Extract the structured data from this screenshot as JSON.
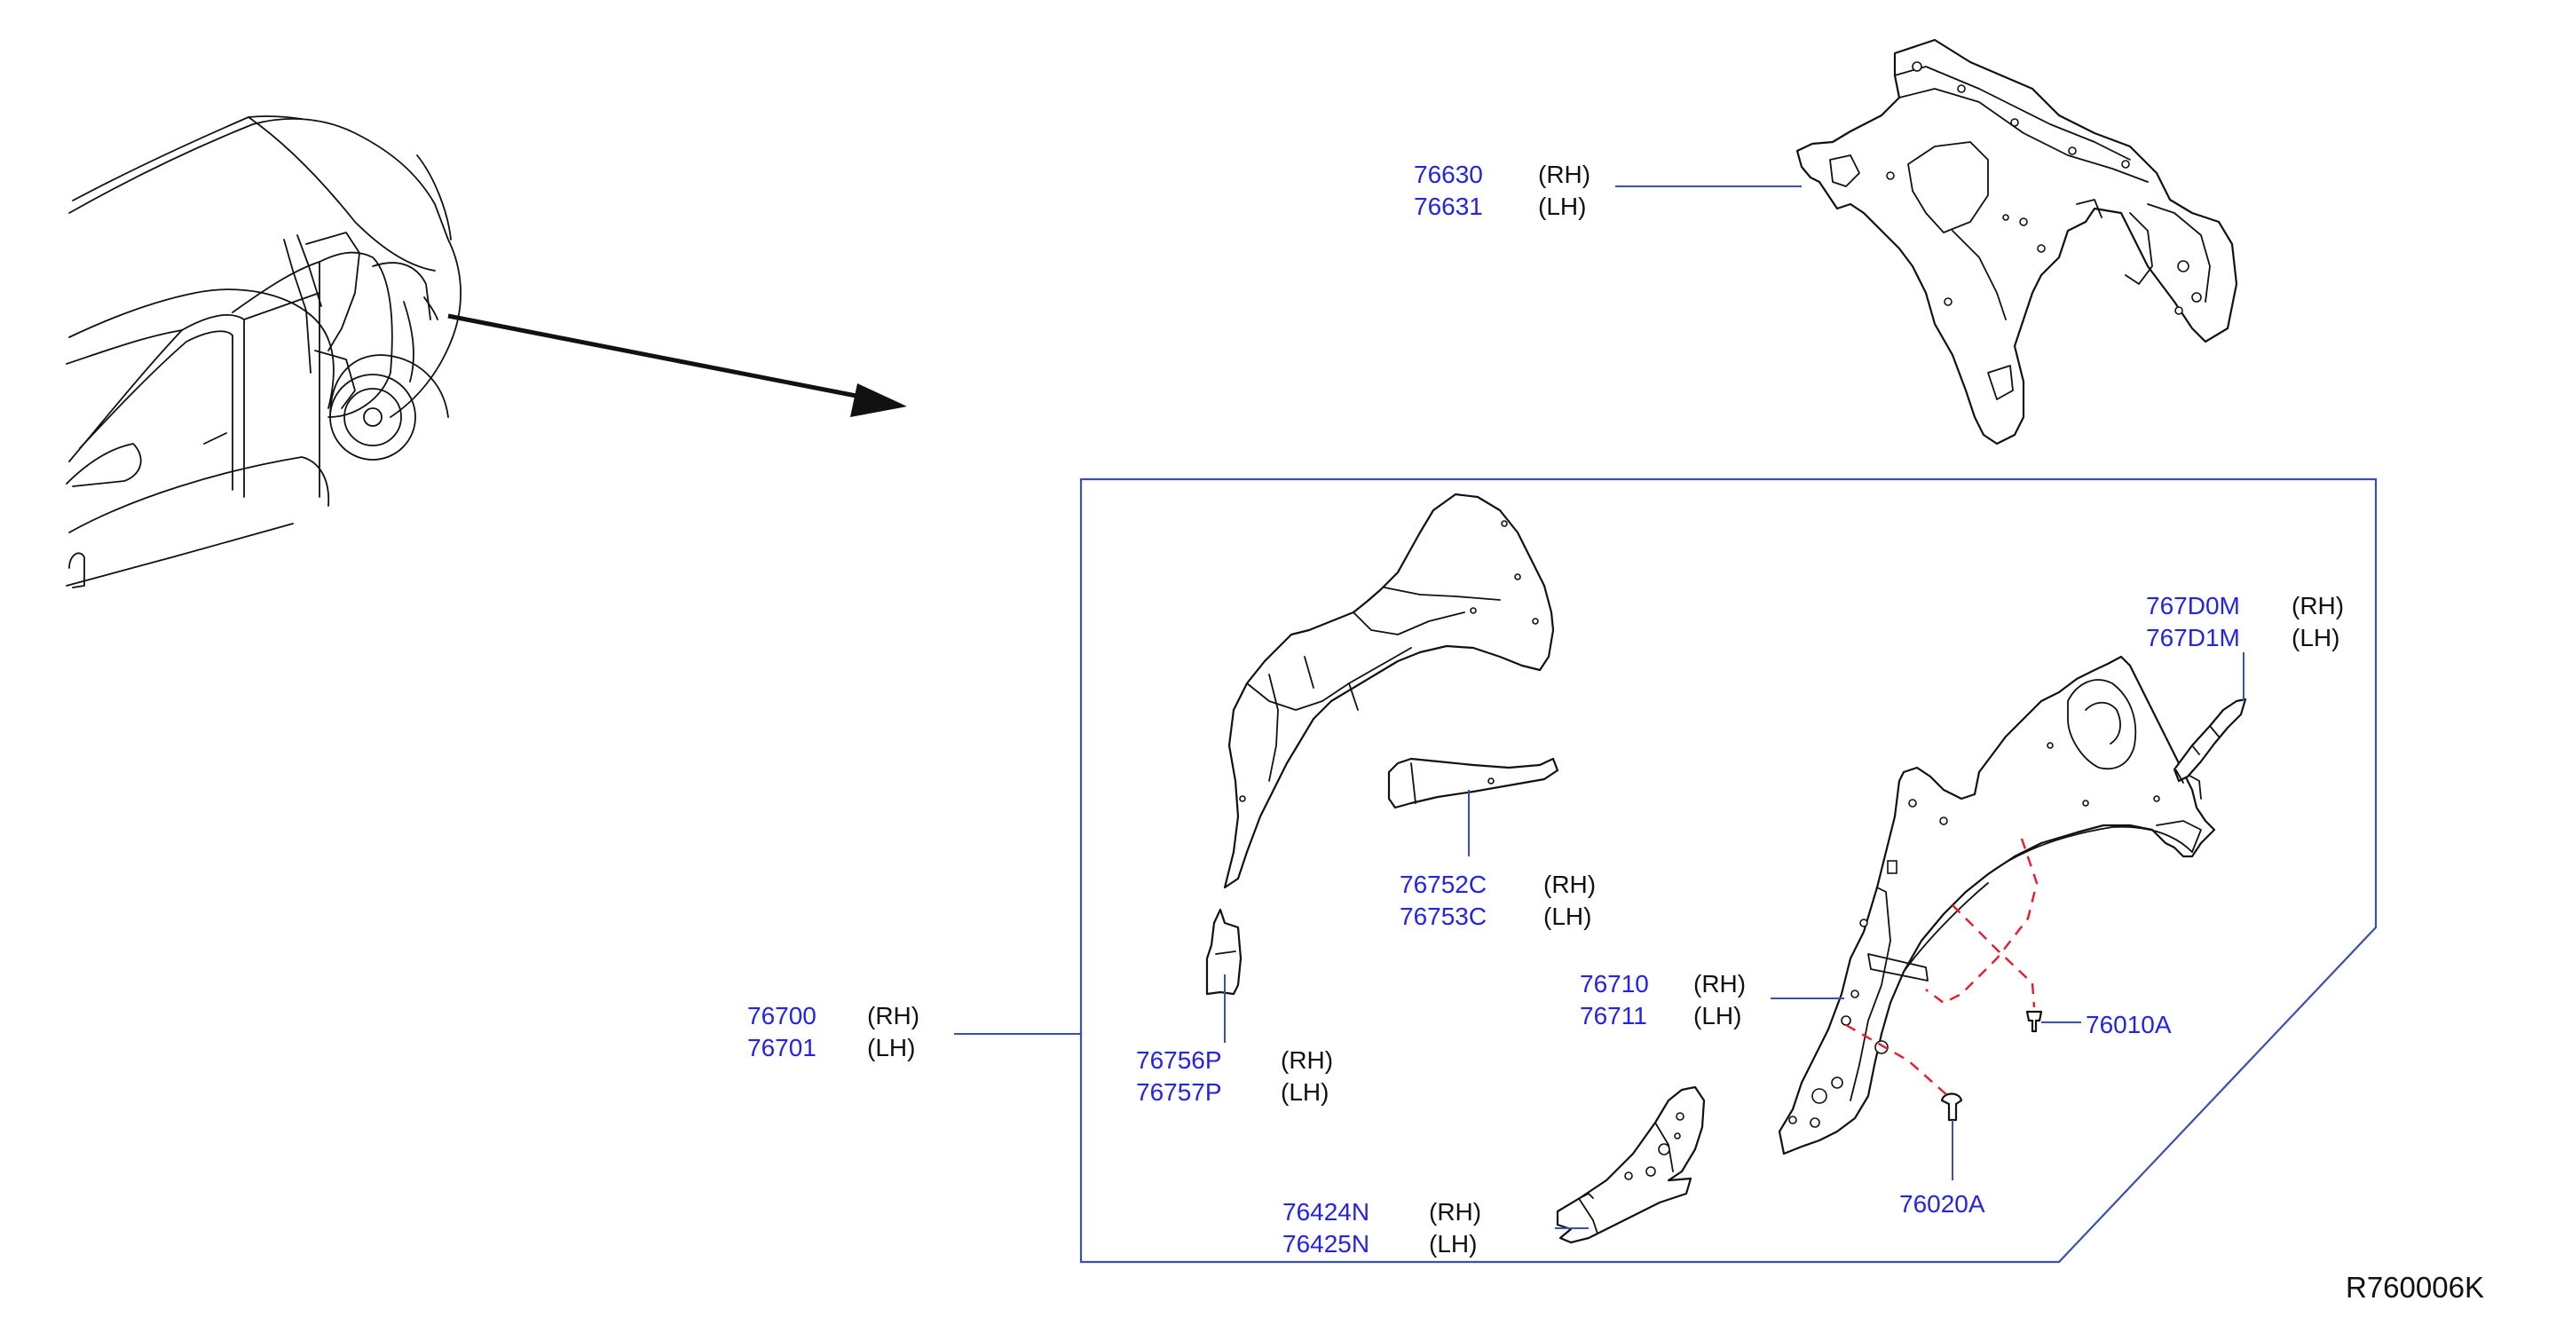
{
  "colors": {
    "part_number": "#2323e6",
    "leader": "#3a4fb0",
    "dashed_guide": "#e8192c",
    "line_art": "#111111"
  },
  "callouts": {
    "inner_panel": [
      {
        "pn": "76630",
        "side": "(RH)"
      },
      {
        "pn": "76631",
        "side": "(LH)"
      }
    ],
    "wheelhouse_assy": [
      {
        "pn": "76700",
        "side": "(RH)"
      },
      {
        "pn": "76701",
        "side": "(LH)"
      }
    ],
    "wheelhouse_front": [
      {
        "pn": "76752C",
        "side": "(RH)"
      },
      {
        "pn": "76753C",
        "side": "(LH)"
      }
    ],
    "front_bracket": [
      {
        "pn": "76756P",
        "side": "(RH)"
      },
      {
        "pn": "76757P",
        "side": "(LH)"
      }
    ],
    "outer_wheelhouse": [
      {
        "pn": "76710",
        "side": "(RH)"
      },
      {
        "pn": "76711",
        "side": "(LH)"
      }
    ],
    "upper_bracket": [
      {
        "pn": "767D0M",
        "side": "(RH)"
      },
      {
        "pn": "767D1M",
        "side": "(LH)"
      }
    ],
    "lower_extension": [
      {
        "pn": "76424N",
        "side": "(RH)"
      },
      {
        "pn": "76425N",
        "side": "(LH)"
      }
    ],
    "clip_a": {
      "pn": "76010A"
    },
    "clip_b": {
      "pn": "76020A"
    }
  },
  "reference_code": "R760006K"
}
